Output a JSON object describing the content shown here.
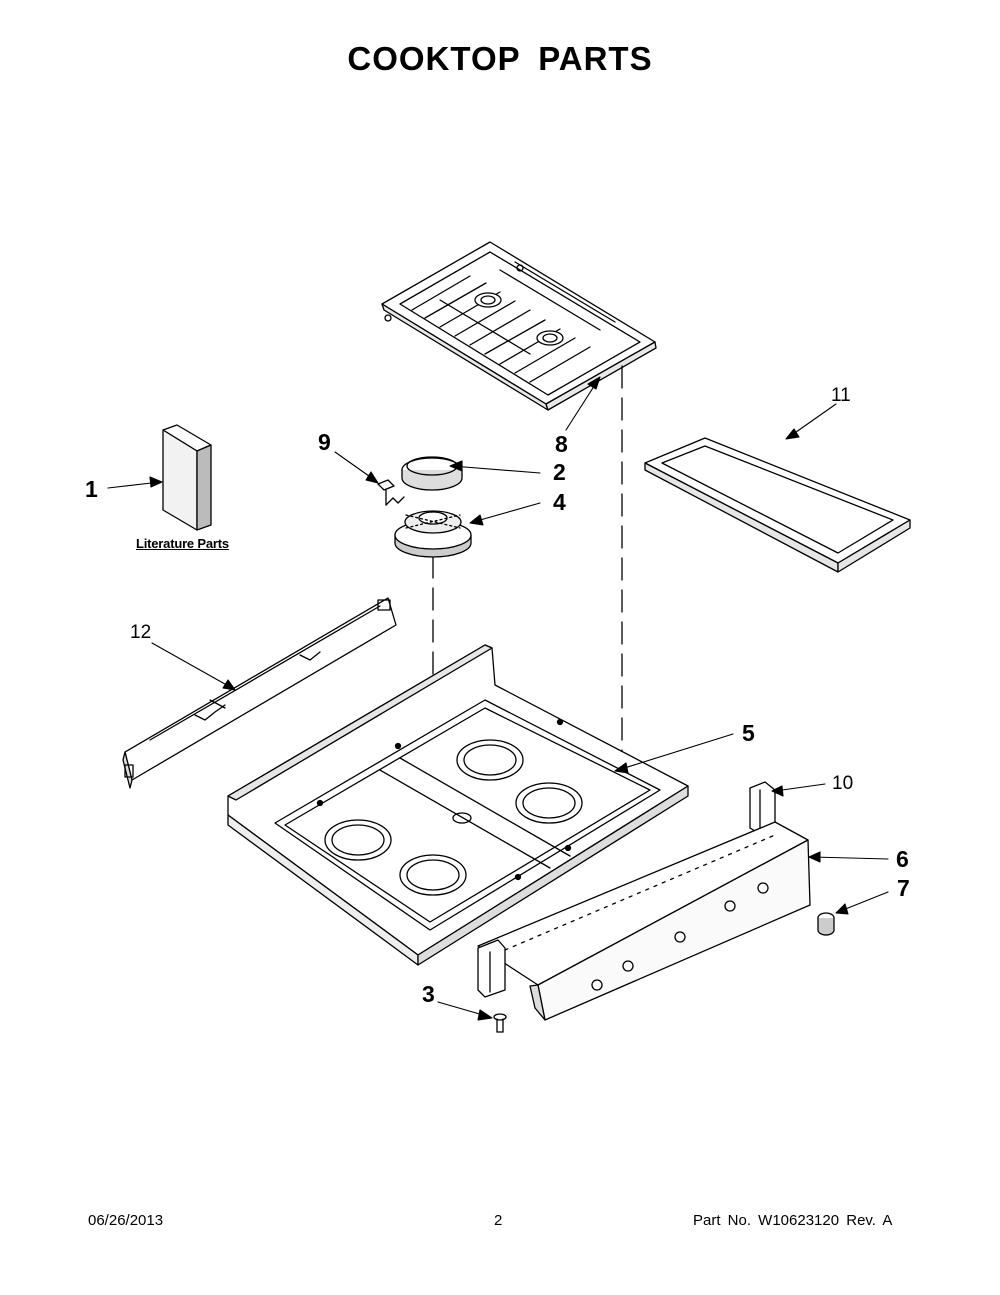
{
  "title": "COOKTOP PARTS",
  "literature_label": "Literature Parts",
  "callouts": {
    "c1": "1",
    "c2": "2",
    "c3": "3",
    "c4": "4",
    "c5": "5",
    "c6": "6",
    "c7": "7",
    "c8": "8",
    "c9": "9",
    "c10": "10",
    "c11": "11",
    "c12": "12"
  },
  "footer": {
    "date": "06/26/2013",
    "page": "2",
    "part": "Part No.  W10623120  Rev.  A"
  }
}
